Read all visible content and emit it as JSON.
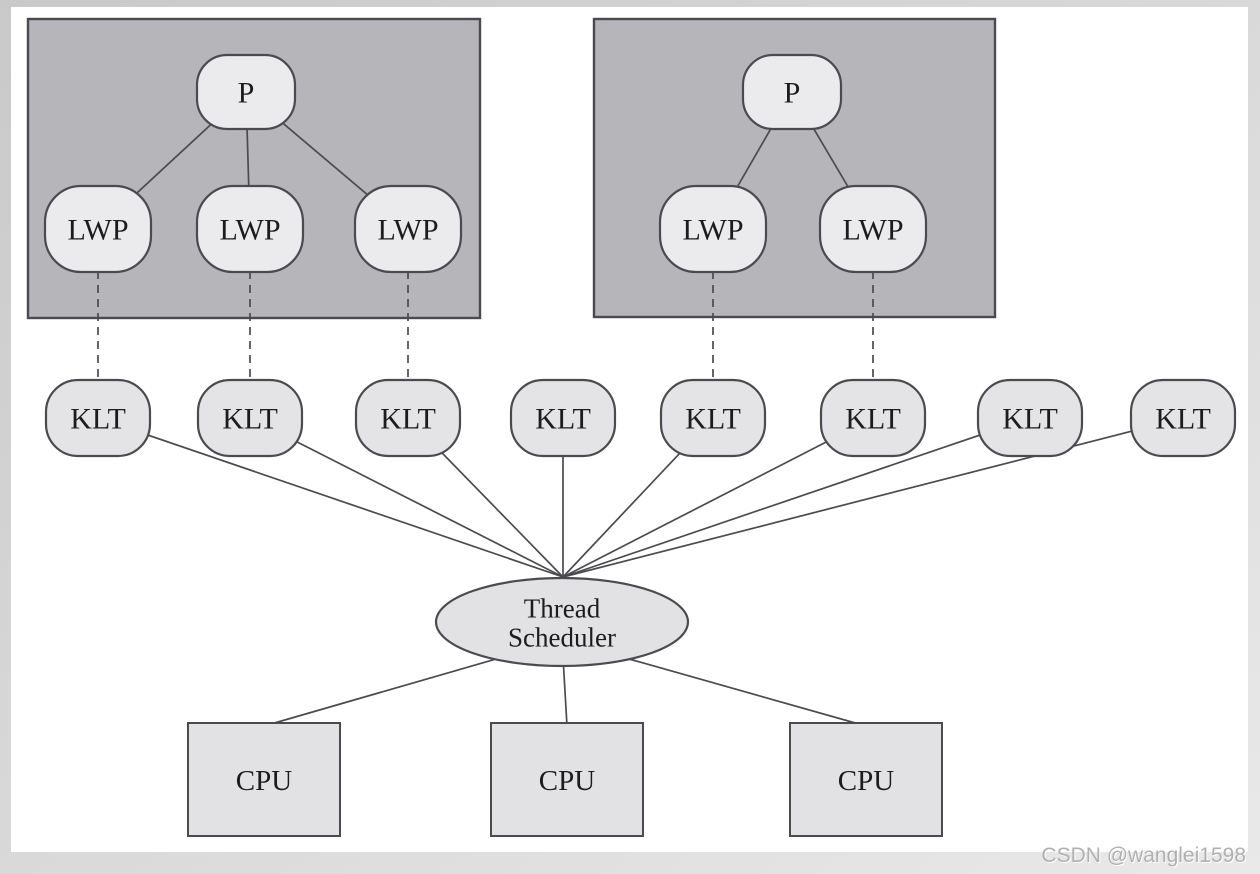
{
  "diagram": {
    "description": "Many-to-many threading model: processes with LWPs mapped onto kernel-level threads, scheduled onto CPUs"
  },
  "nodes": {
    "process_left": {
      "label": "P"
    },
    "process_right": {
      "label": "P"
    },
    "lwp_left": [
      {
        "label": "LWP"
      },
      {
        "label": "LWP"
      },
      {
        "label": "LWP"
      }
    ],
    "lwp_right": [
      {
        "label": "LWP"
      },
      {
        "label": "LWP"
      }
    ],
    "klt": [
      {
        "label": "KLT"
      },
      {
        "label": "KLT"
      },
      {
        "label": "KLT"
      },
      {
        "label": "KLT"
      },
      {
        "label": "KLT"
      },
      {
        "label": "KLT"
      },
      {
        "label": "KLT"
      },
      {
        "label": "KLT"
      }
    ],
    "scheduler": {
      "line1": "Thread",
      "line2": "Scheduler"
    },
    "cpu": [
      {
        "label": "CPU"
      },
      {
        "label": "CPU"
      },
      {
        "label": "CPU"
      }
    ]
  },
  "watermark": {
    "text": "CSDN @wanglei1598"
  },
  "colors": {
    "frame": "#d2d2d2",
    "canvas": "#ffffff",
    "process_box_fill": "#b6b6ba",
    "node_fill": "#ebebed",
    "klt_fill": "#e4e4e6",
    "scheduler_fill": "#e2e2e4",
    "cpu_fill": "#e2e2e4",
    "stroke": "#4b4b4f",
    "text": "#1c1c1c",
    "watermark": "#b0b0b0"
  }
}
